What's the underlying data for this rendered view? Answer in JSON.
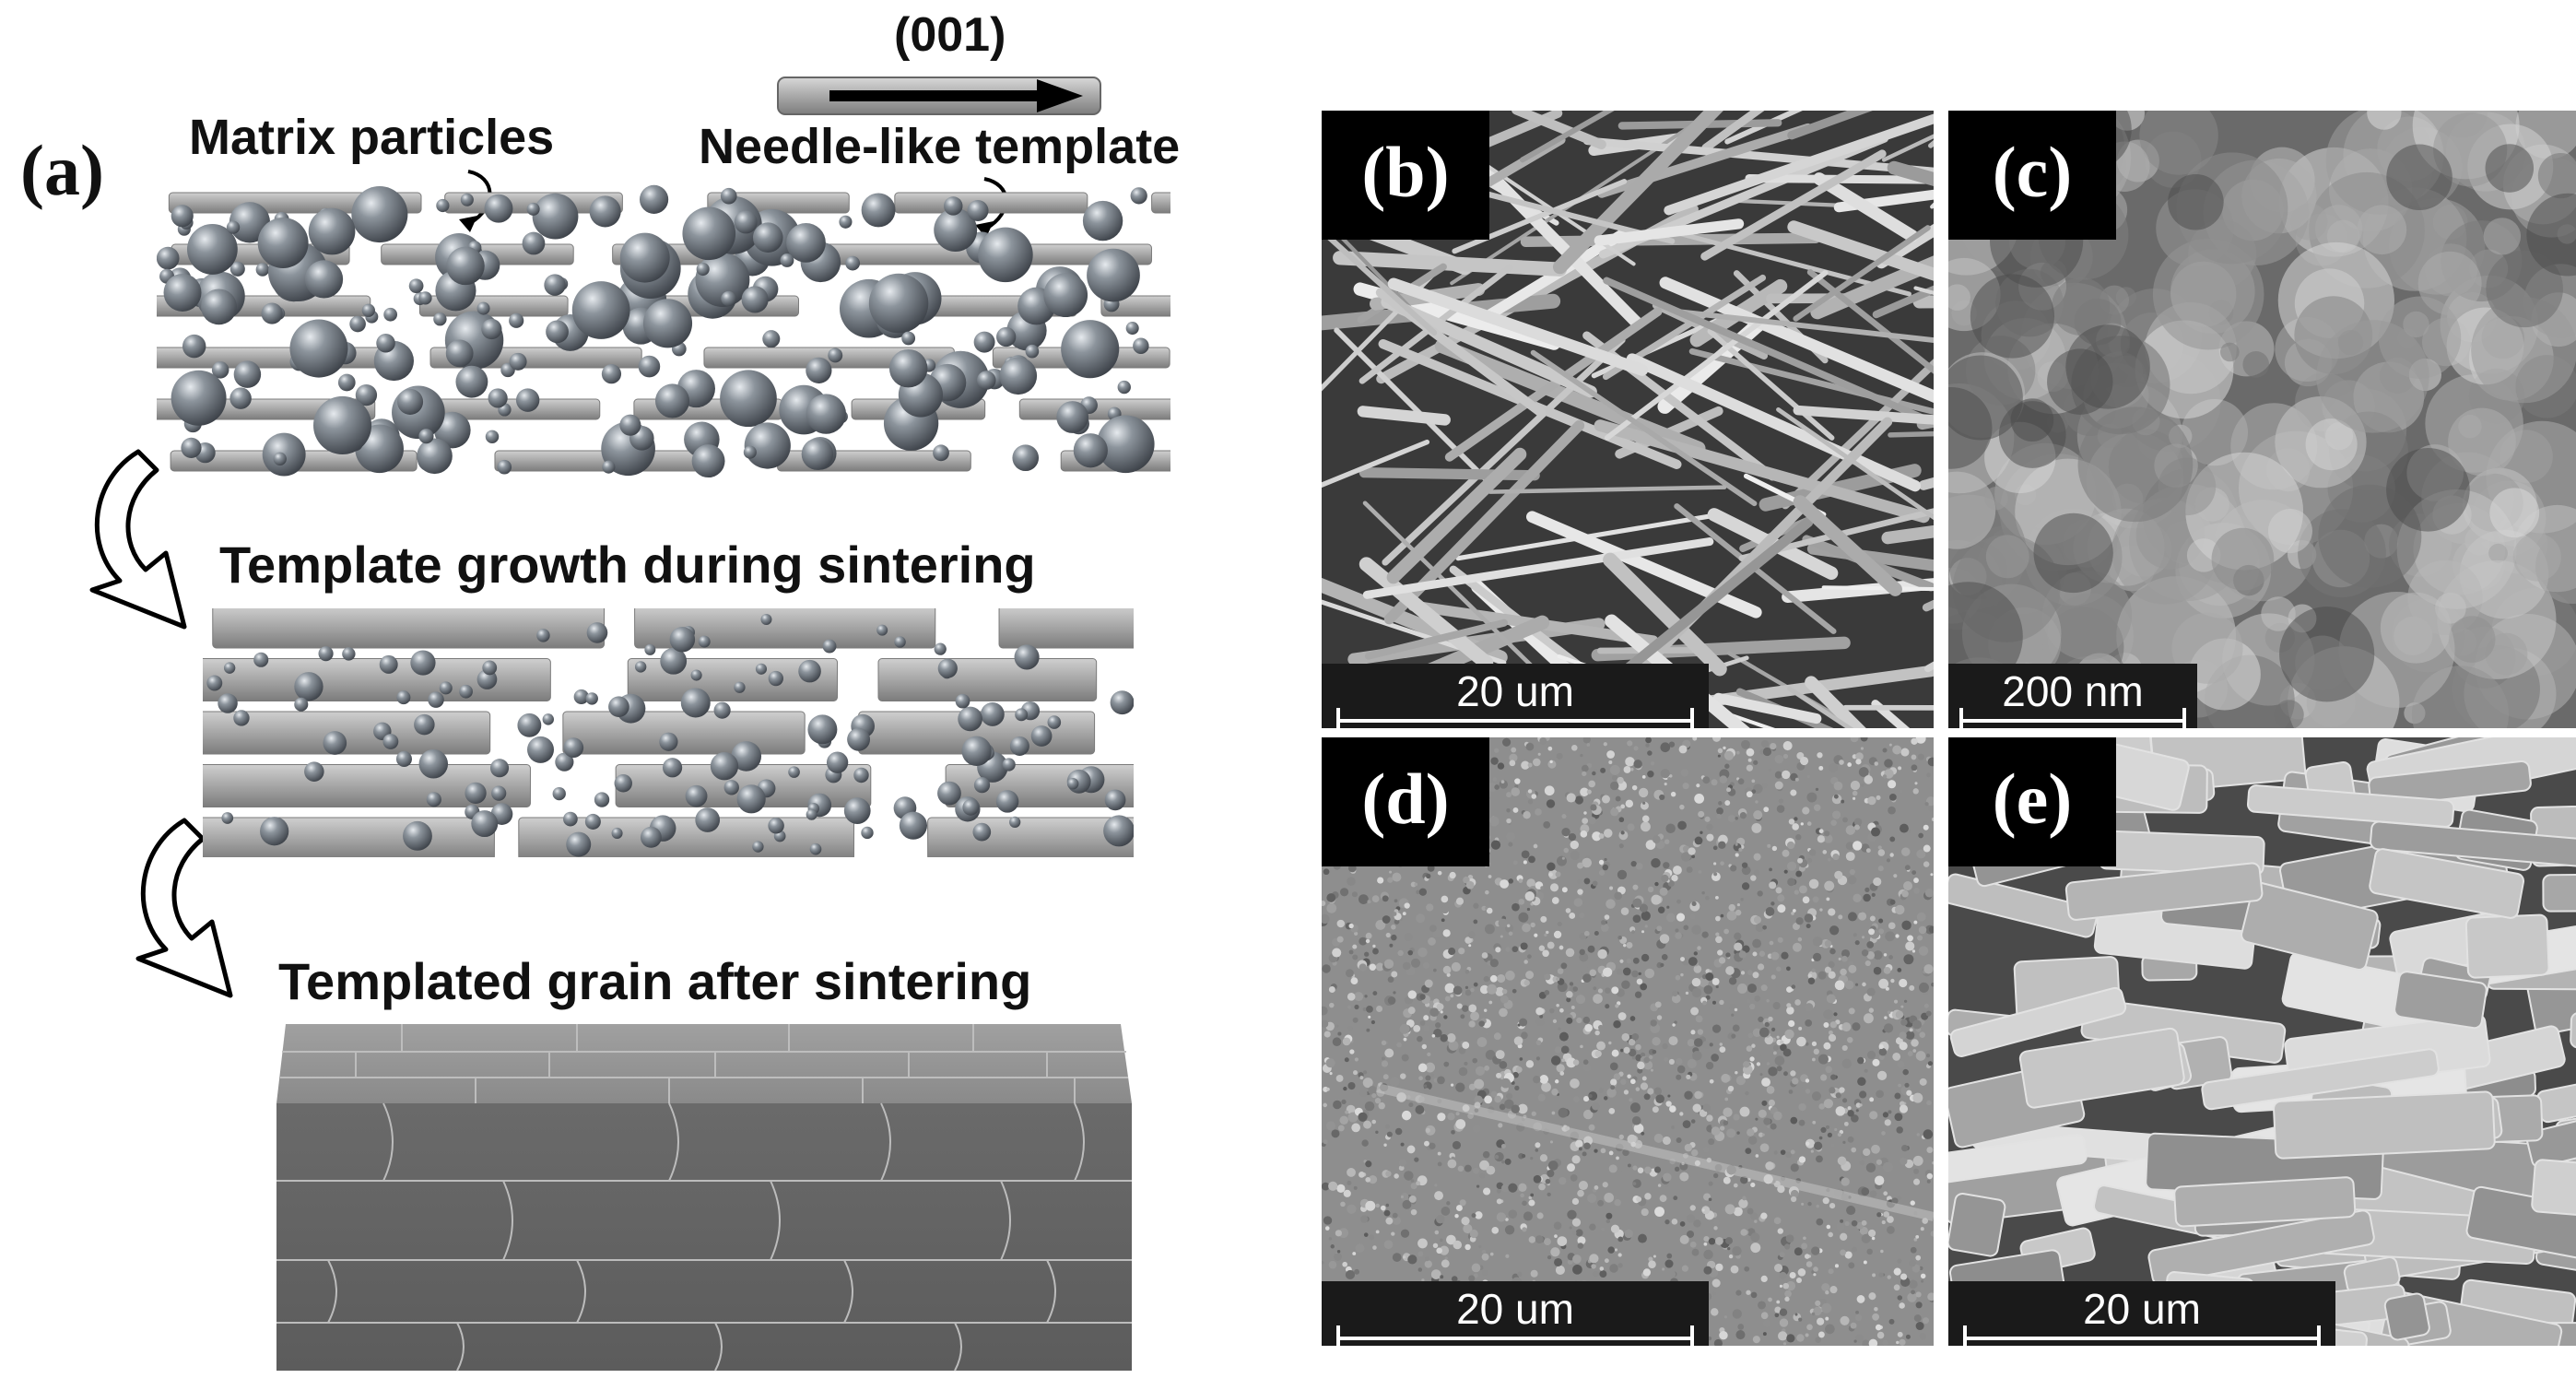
{
  "panel_a": {
    "label": "(a)",
    "direction_label": "(001)",
    "matrix_label": "Matrix particles",
    "template_label": "Needle-like template",
    "step2_label": "Template growth during sintering",
    "step3_label": "Templated grain after sintering"
  },
  "sem_panels": [
    {
      "label": "(b)",
      "scale": "20 um"
    },
    {
      "label": "(c)",
      "scale": "200 nm"
    },
    {
      "label": "(d)",
      "scale": "20 um"
    },
    {
      "label": "(e)",
      "scale": "20 um"
    }
  ],
  "colors": {
    "sphere": "#6f7780",
    "rod": "#9a9a9a",
    "block": "#6b6b6b"
  }
}
